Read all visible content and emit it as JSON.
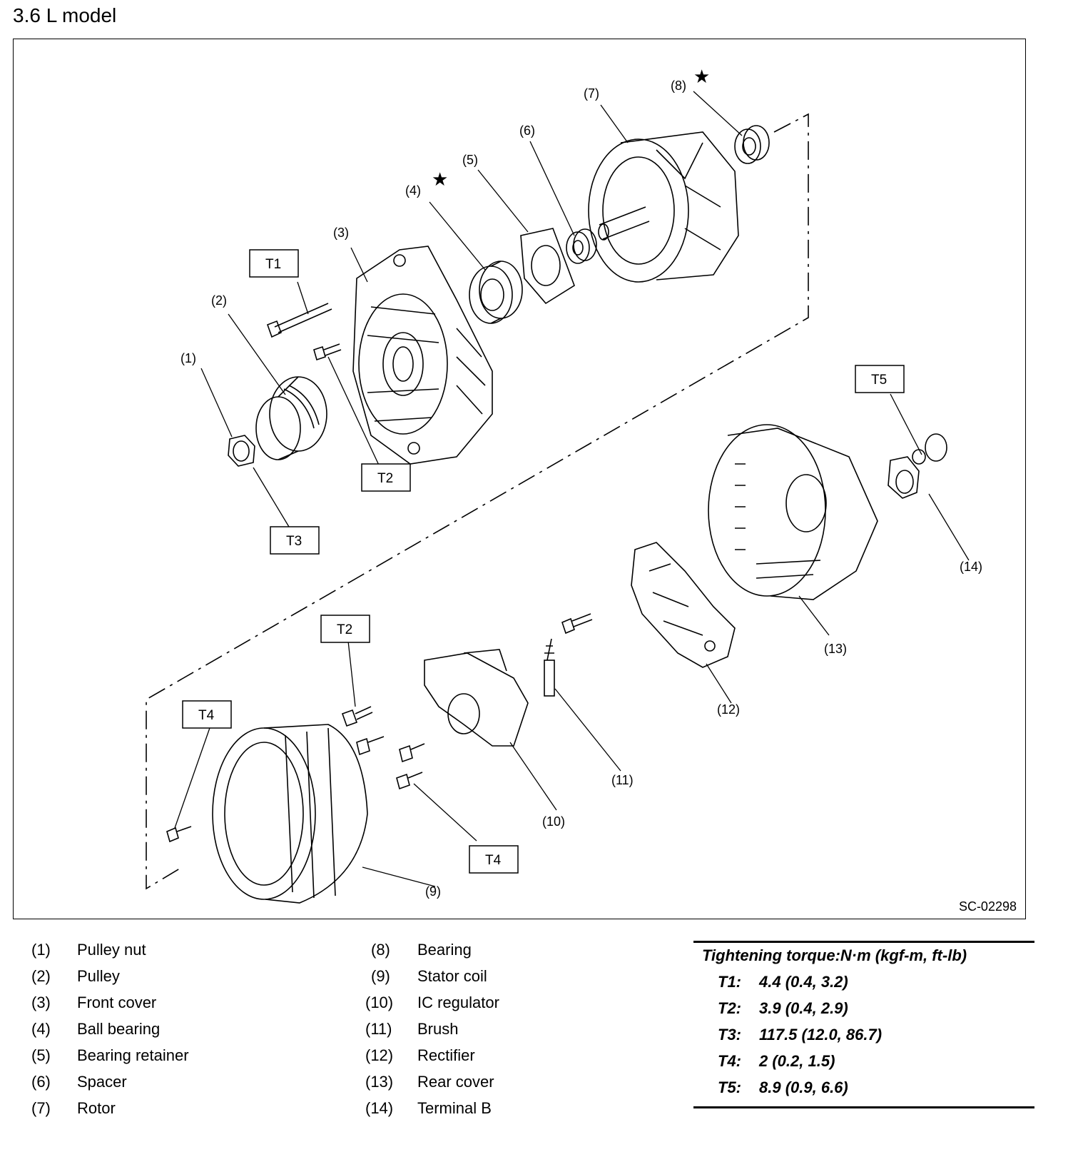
{
  "title": "3.6 L model",
  "diagram_code": "SC-02298",
  "callouts": {
    "c1": "(1)",
    "c2": "(2)",
    "c3": "(3)",
    "c4": "(4)",
    "c5": "(5)",
    "c6": "(6)",
    "c7": "(7)",
    "c8": "(8)",
    "c9": "(9)",
    "c10": "(10)",
    "c11": "(11)",
    "c12": "(12)",
    "c13": "(13)",
    "c14": "(14)"
  },
  "torque_boxes": {
    "t1": "T1",
    "t2a": "T2",
    "t2b": "T2",
    "t3": "T3",
    "t4a": "T4",
    "t4b": "T4",
    "t5": "T5"
  },
  "parts": [
    {
      "num": "(1)",
      "name": "Pulley nut"
    },
    {
      "num": "(2)",
      "name": "Pulley"
    },
    {
      "num": "(3)",
      "name": "Front cover"
    },
    {
      "num": "(4)",
      "name": "Ball bearing"
    },
    {
      "num": "(5)",
      "name": "Bearing retainer"
    },
    {
      "num": "(6)",
      "name": "Spacer"
    },
    {
      "num": "(7)",
      "name": "Rotor"
    },
    {
      "num": "(8)",
      "name": "Bearing"
    },
    {
      "num": "(9)",
      "name": "Stator coil"
    },
    {
      "num": "(10)",
      "name": "IC regulator"
    },
    {
      "num": "(11)",
      "name": "Brush"
    },
    {
      "num": "(12)",
      "name": "Rectifier"
    },
    {
      "num": "(13)",
      "name": "Rear cover"
    },
    {
      "num": "(14)",
      "name": "Terminal B"
    }
  ],
  "torque": {
    "header": "Tightening torque:N·m (kgf-m, ft-lb)",
    "rows": [
      {
        "key": "T1:",
        "value": "4.4 (0.4, 3.2)"
      },
      {
        "key": "T2:",
        "value": "3.9 (0.4, 2.9)"
      },
      {
        "key": "T3:",
        "value": "117.5 (12.0, 86.7)"
      },
      {
        "key": "T4:",
        "value": "2 (0.2, 1.5)"
      },
      {
        "key": "T5:",
        "value": "8.9 (0.9, 6.6)"
      }
    ]
  }
}
